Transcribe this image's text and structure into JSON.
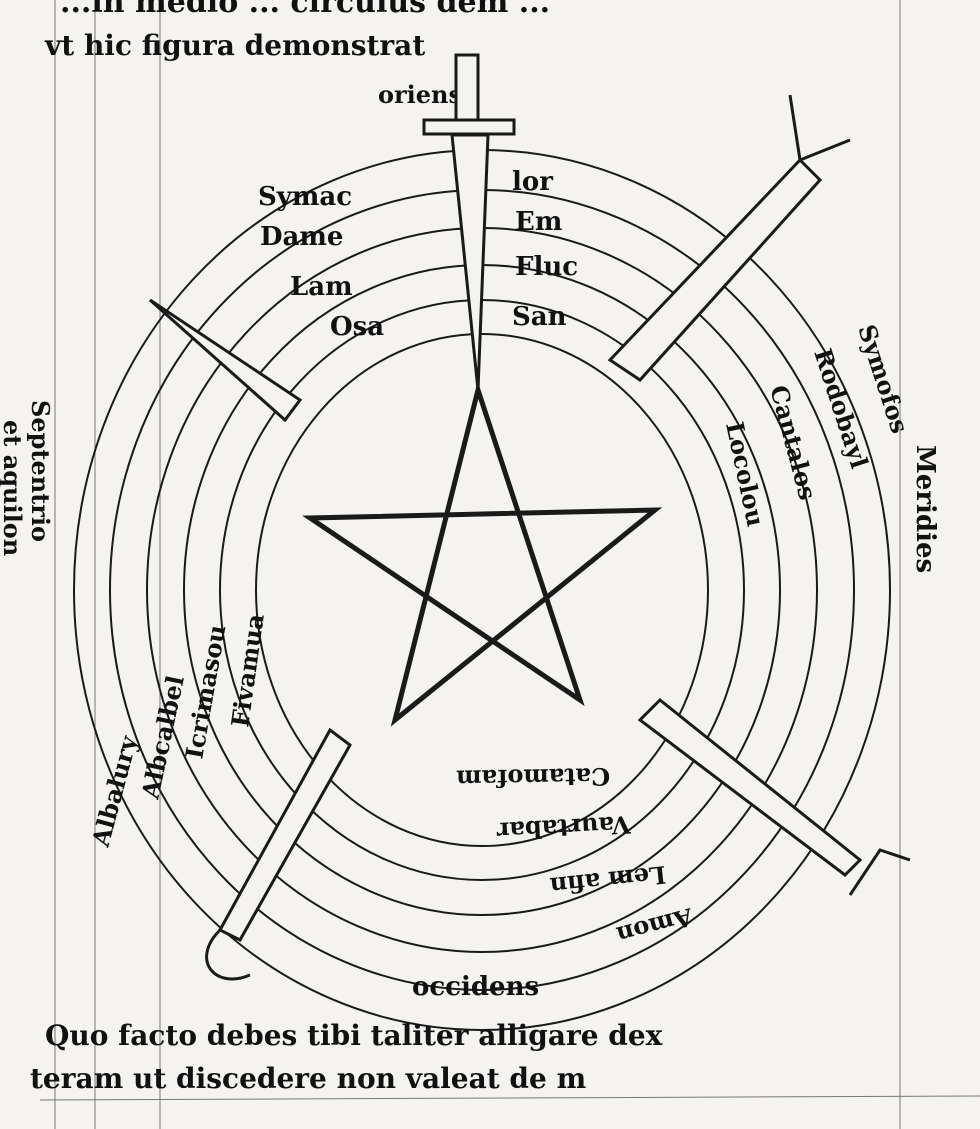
{
  "header_text": {
    "line1": "...in medio ... circulus dem ... ",
    "line2": "vt hic figura demonstrat"
  },
  "directions": {
    "east": "oriens",
    "west": "occidens",
    "south": "Meridies",
    "north_1": "Septentrio",
    "north_2": "et aquilon"
  },
  "ring_names": {
    "upper_left": [
      "Symac",
      "Dame",
      "Lam",
      "Osa"
    ],
    "upper_right": [
      "lor",
      "Em",
      "Fluc",
      "San"
    ],
    "right": [
      "Symofos",
      "Rodobayl",
      "Cantalos",
      "Locolou"
    ],
    "bottom": [
      "Amon",
      "Lem afin",
      "Vaurtabar",
      "Catamofam"
    ],
    "left": [
      "Albalury",
      "Albcalbel",
      "Icrimasou",
      "Fivamua"
    ]
  },
  "footer_text": {
    "line1": "Quo facto debes tibi taliter alligare dex",
    "line2": "teram ut discedere non valeat de m"
  },
  "colors": {
    "ink": "#111111",
    "paper": "#f4f3f0"
  }
}
